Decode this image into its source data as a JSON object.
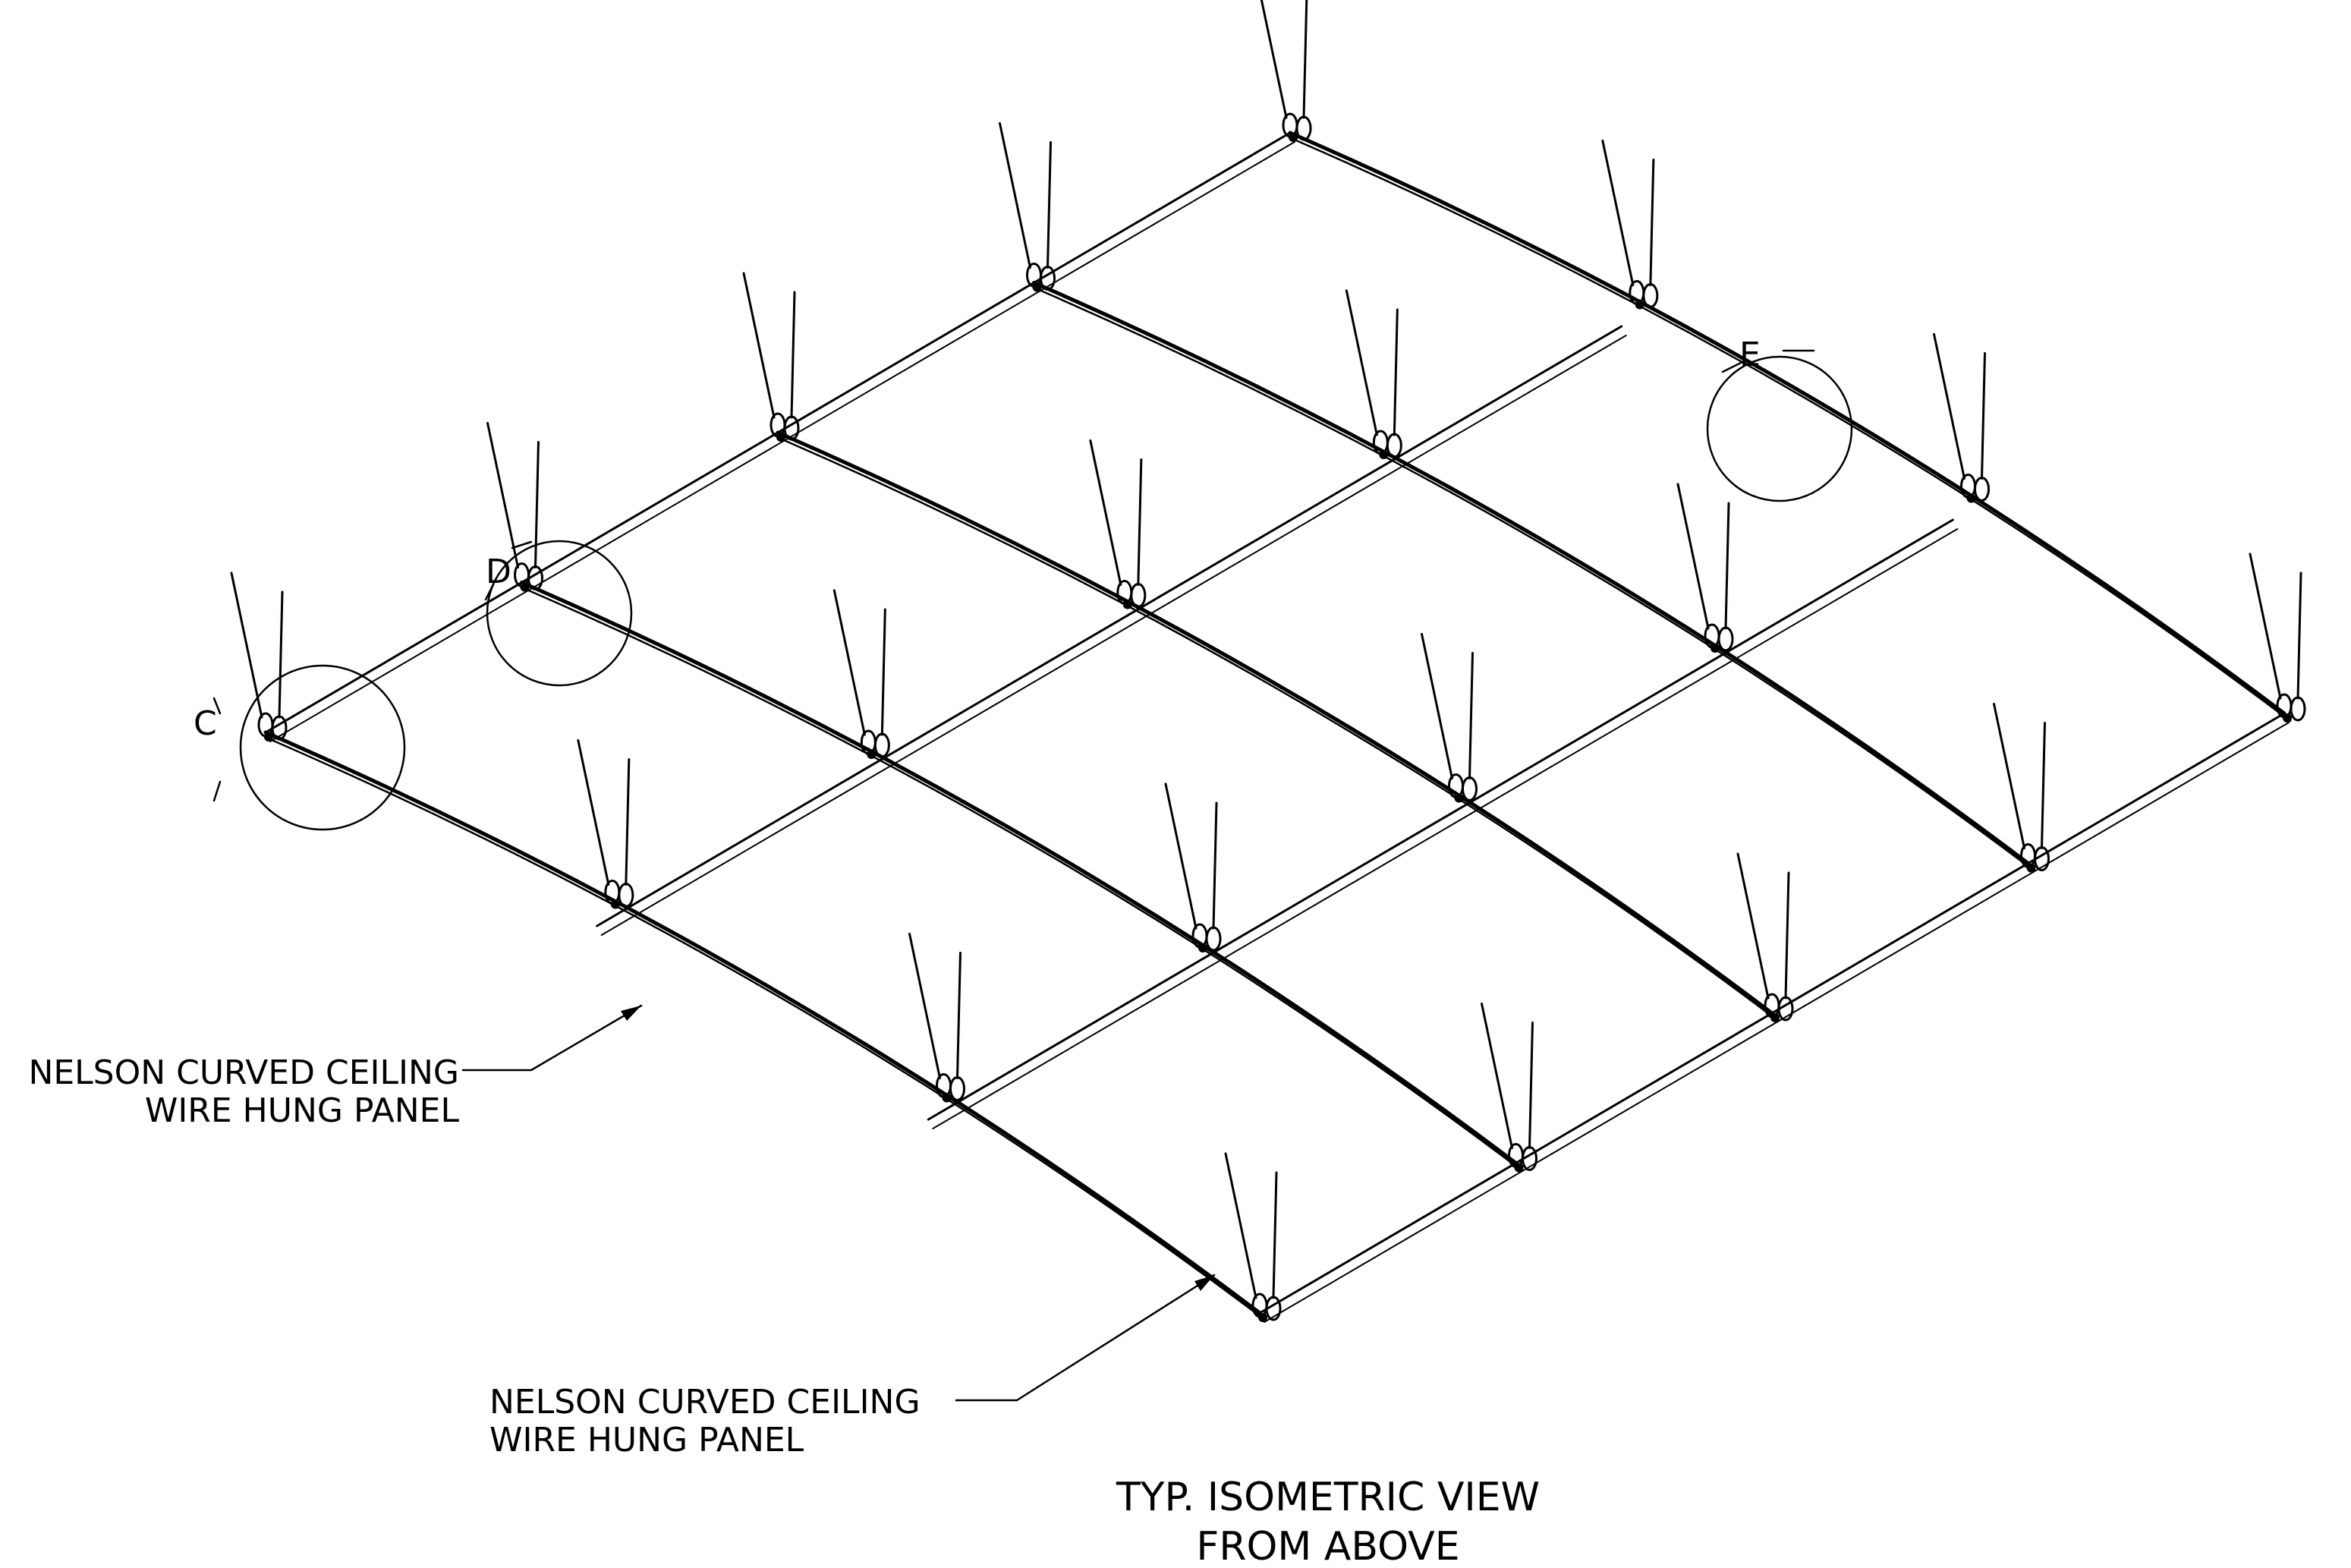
{
  "drawing": {
    "title_line1": "TYP. ISOMETRIC VIEW",
    "title_line2": "FROM ABOVE"
  },
  "callouts": [
    {
      "line1": "NELSON CURVED CEILING",
      "line2": "WIRE HUNG PANEL"
    },
    {
      "line1": "NELSON CURVED CEILING",
      "line2": "WIRE HUNG PANEL"
    }
  ],
  "details": [
    "C",
    "D",
    "E"
  ],
  "colors": {
    "ink": "#000000",
    "background": "#ffffff"
  }
}
